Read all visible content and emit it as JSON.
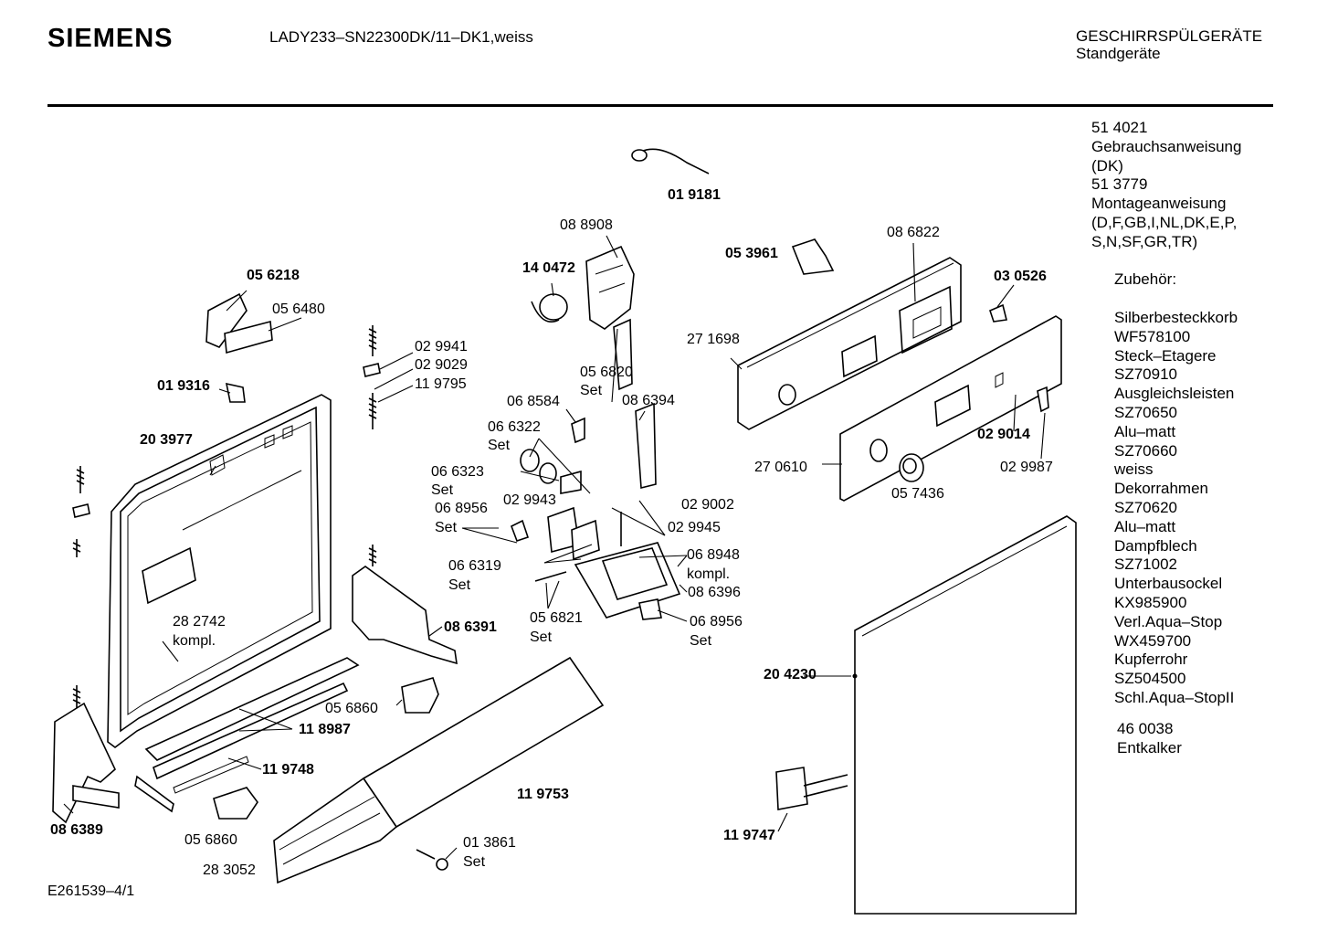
{
  "header": {
    "brand": "SIEMENS",
    "model": "LADY233–SN22300DK/11–DK1,weiss",
    "category_line1": "GESCHIRRSPÜLGERÄTE",
    "category_line2": "Standgeräte"
  },
  "footer": {
    "doc_number": "E261539–4/1"
  },
  "sidebar": {
    "docs": [
      "51 4021",
      "Gebrauchsanweisung",
      "(DK)",
      "51 3779",
      "Montageanweisung",
      "(D,F,GB,I,NL,DK,E,P,",
      "S,N,SF,GR,TR)"
    ],
    "accessories_heading": "Zubehör:",
    "accessories": [
      "Silberbesteckkorb",
      "WF578100",
      "Steck–Etagere",
      "SZ70910",
      "Ausgleichsleisten",
      "SZ70650",
      "Alu–matt",
      "SZ70660",
      "weiss",
      "Dekorrahmen",
      "SZ70620",
      "Alu–matt",
      "Dampfblech",
      "SZ71002",
      "Unterbausockel",
      "KX985900",
      "Verl.Aqua–Stop",
      "WX459700",
      "Kupferrohr",
      "SZ504500",
      "Schl.Aqua–StopII"
    ],
    "extra": [
      "46 0038",
      "Entkalker"
    ]
  },
  "labels": {
    "p019181": "01 9181",
    "p088908": "08 8908",
    "p140472": "14 0472",
    "p053961": "05 3961",
    "p086822": "08 6822",
    "p030526": "03 0526",
    "p056218": "05 6218",
    "p056480": "05 6480",
    "p029941": "02 9941",
    "p029029": "02 9029",
    "p119795": "11 9795",
    "p019316": "01 9316",
    "p271698": "27 1698",
    "p056820": "05 6820",
    "set_a": "Set",
    "p068584": "06 8584",
    "p086394": "08 6394",
    "p066322": "06 6322",
    "set_b": "Set",
    "p203977": "20 3977",
    "p066323": "06 6323",
    "set_c": "Set",
    "p029943": "02 9943",
    "p029002": "02 9002",
    "p029945": "02 9945",
    "p068956a": "06 8956",
    "set_d": "Set",
    "p029014": "02 9014",
    "p270610": "27 0610",
    "p029987": "02 9987",
    "p057436": "05 7436",
    "p068948": "06 8948",
    "kompl_a": "kompl.",
    "p066319": "06 6319",
    "set_e": "Set",
    "p086396": "08 6396",
    "p282742": "28 2742",
    "kompl_b": "kompl.",
    "p056821": "05 6821",
    "set_f": "Set",
    "p068956b": "06 8956",
    "set_g": "Set",
    "p086391": "08 6391",
    "p204230": "20 4230",
    "p056860a": "05 6860",
    "p118987": "11 8987",
    "p119748": "11 9748",
    "p119753": "11 9753",
    "p086389": "08 6389",
    "p056860b": "05 6860",
    "p013861": "01 3861",
    "set_h": "Set",
    "p283052": "28 3052",
    "p119747": "11 9747"
  }
}
